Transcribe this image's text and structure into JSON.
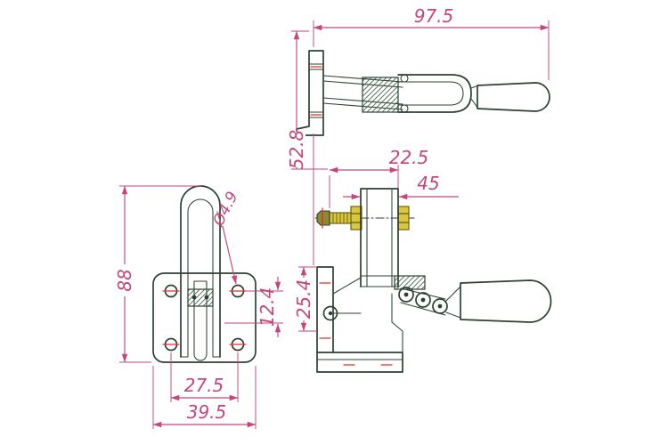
{
  "dims": {
    "overall_width": "97.5",
    "bracket_height": "52.8",
    "spindle_span": "22.5",
    "nut_span": "45",
    "body_height": "88",
    "hole_diameter": "Ø4.9",
    "slot_height": "12.4",
    "arm_span": "25.4",
    "hole_spacing": "27.5",
    "base_width": "39.5"
  },
  "colors": {
    "dimension": "#c6467c",
    "outline": "#2c4132",
    "accent_red": "#e03226",
    "brass": "#dcc63d",
    "background": "#ffffff"
  }
}
